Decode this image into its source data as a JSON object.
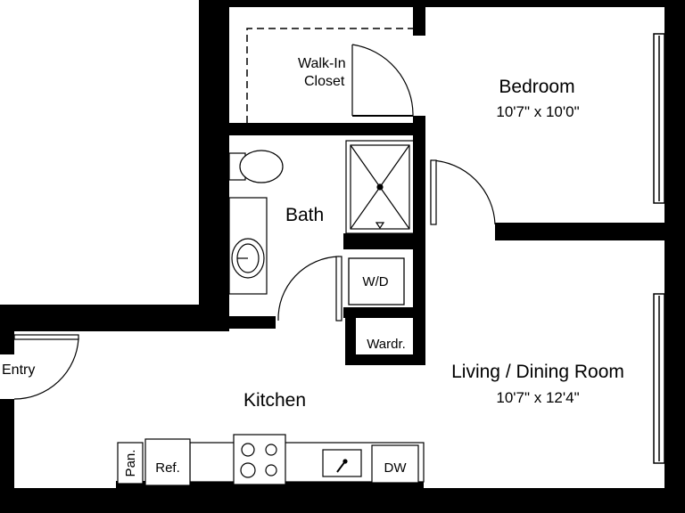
{
  "rooms": {
    "walk_in_closet": [
      "Walk-In",
      "Closet"
    ],
    "bedroom": {
      "name": "Bedroom",
      "size": "10'7\" x 10'0\""
    },
    "bath": "Bath",
    "living_dining": {
      "name": "Living / Dining Room",
      "size": "10'7\" x 12'4\""
    },
    "kitchen": "Kitchen",
    "entry": "Entry"
  },
  "fixtures": {
    "washer_dryer": "W/D",
    "wardrobe": "Wardr.",
    "pantry": "Pan.",
    "refrigerator": "Ref.",
    "dishwasher": "DW"
  },
  "colors": {
    "wall": "#000000",
    "background": "#ffffff"
  }
}
